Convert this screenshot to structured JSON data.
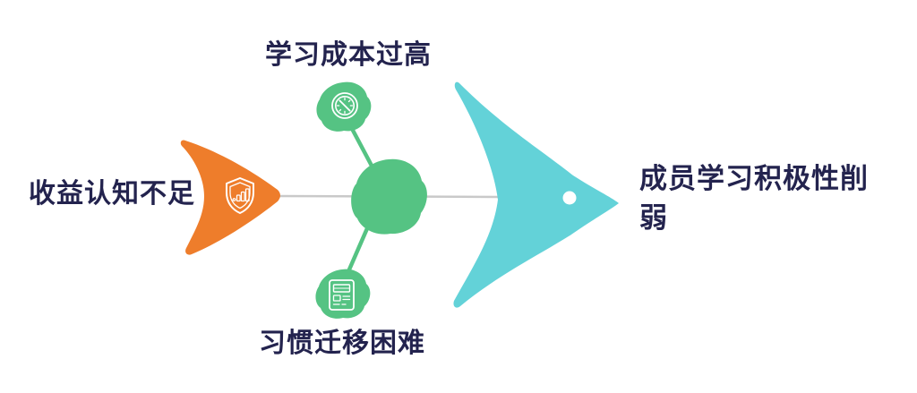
{
  "card": {
    "background": "#FFFFFF",
    "corner_radius": 24
  },
  "diagram": {
    "type": "fishbone",
    "labels": {
      "cause_tail": "收益认知不足",
      "cause_top": "学习成本过高",
      "cause_bottom": "习惯迁移困难",
      "effect": "成员学习积极性削弱"
    },
    "icons": {
      "tail_node": "shield-chart-icon",
      "top_node": "timer-icon",
      "bottom_node": "document-icon"
    },
    "colors": {
      "tail": "#EE7D2B",
      "nodes": "#55C383",
      "head": "#63D2D8",
      "spine": "#C9C9C9",
      "text": "#23234E",
      "icon_stroke": "#FFFFFF",
      "eye": "#FFFFFF"
    }
  }
}
